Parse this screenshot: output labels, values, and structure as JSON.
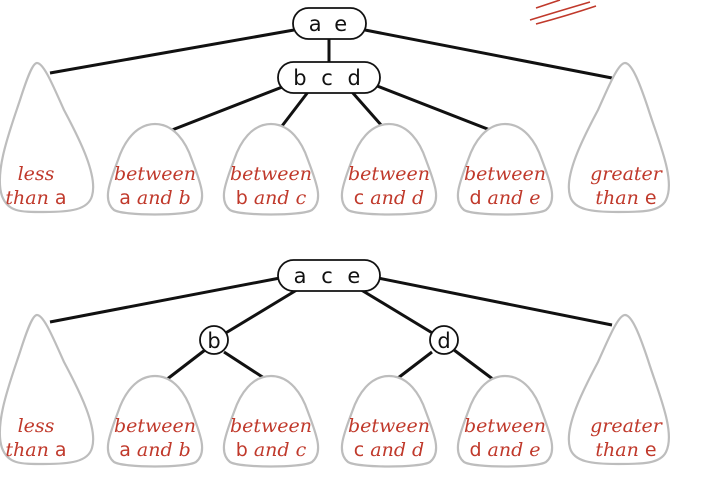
{
  "colors": {
    "label": "#c0392b",
    "edge": "#111111",
    "subtree": "#bdbdbd"
  },
  "top_tree": {
    "root": "a e",
    "child": "b c d",
    "subtrees": [
      {
        "l1": "less",
        "l2_pre": "than",
        "l2_key": "a",
        "l2_post": ""
      },
      {
        "l1": "between",
        "l2_pre": "",
        "l2_key": "a",
        "l2_post": " and b"
      },
      {
        "l1": "between",
        "l2_pre": "",
        "l2_key": "b",
        "l2_post": " and c"
      },
      {
        "l1": "between",
        "l2_pre": "",
        "l2_key": "c",
        "l2_post": " and d"
      },
      {
        "l1": "between",
        "l2_pre": "",
        "l2_key": "d",
        "l2_post": " and e"
      },
      {
        "l1": "greater",
        "l2_pre": "than",
        "l2_key": "e",
        "l2_post": ""
      }
    ]
  },
  "bottom_tree": {
    "root": "a c e",
    "left_child": "b",
    "right_child": "d",
    "subtrees": [
      {
        "l1": "less",
        "l2_pre": "than",
        "l2_key": "a",
        "l2_post": ""
      },
      {
        "l1": "between",
        "l2_pre": "",
        "l2_key": "a",
        "l2_post": " and b"
      },
      {
        "l1": "between",
        "l2_pre": "",
        "l2_key": "b",
        "l2_post": " and c"
      },
      {
        "l1": "between",
        "l2_pre": "",
        "l2_key": "c",
        "l2_post": " and d"
      },
      {
        "l1": "between",
        "l2_pre": "",
        "l2_key": "d",
        "l2_post": " and e"
      },
      {
        "l1": "greater",
        "l2_pre": "than",
        "l2_key": "e",
        "l2_post": ""
      }
    ]
  }
}
